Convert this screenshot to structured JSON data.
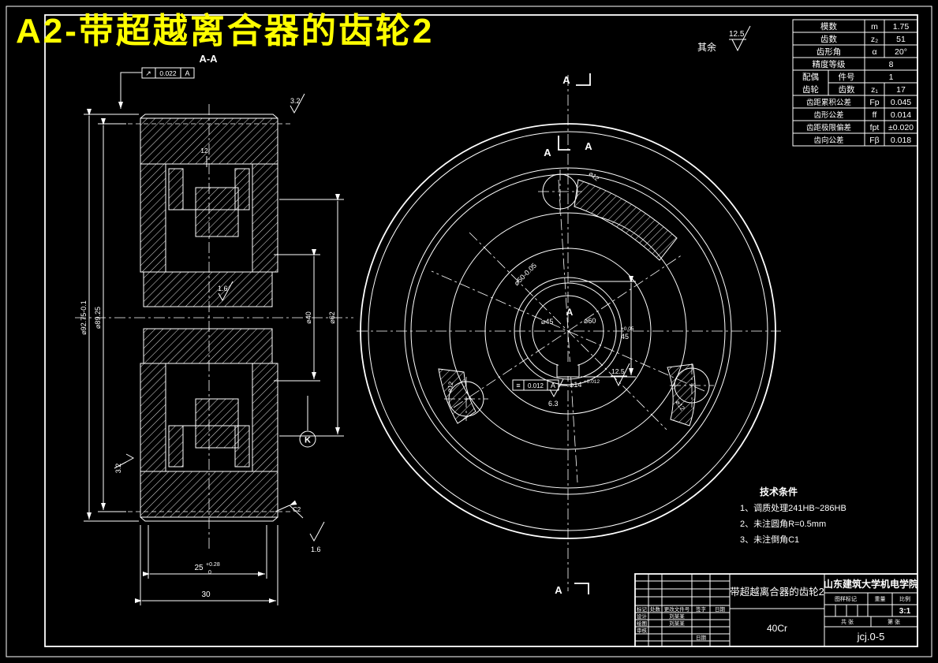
{
  "page": {
    "title": "A2-带超越离合器的齿轮2"
  },
  "surface_note": {
    "prefix": "其余",
    "value": "12.5"
  },
  "gear_table": {
    "rows": [
      {
        "label": "模数",
        "symbol": "m",
        "value": "1.75"
      },
      {
        "label": "齿数",
        "symbol": "z₂",
        "value": "51"
      },
      {
        "label": "齿形角",
        "symbol": "α",
        "value": "20°"
      },
      {
        "label": "精度等级",
        "symbol": "",
        "value": "8"
      },
      {
        "label": "配偶",
        "sub": "件号",
        "symbol": "",
        "value": "1"
      },
      {
        "label": "齿轮",
        "sub": "齿数",
        "symbol": "z₁",
        "value": "17"
      },
      {
        "label": "齿距累积公差",
        "symbol": "Fp",
        "value": "0.045"
      },
      {
        "label": "齿形公差",
        "symbol": "ff",
        "value": "0.014"
      },
      {
        "label": "齿距极限偏差",
        "symbol": "fpt",
        "value": "±0.020"
      },
      {
        "label": "齿向公差",
        "symbol": "Fβ",
        "value": "0.018"
      }
    ]
  },
  "section_view": {
    "label": "A-A",
    "runout_tol": {
      "symbol": "↗",
      "value": "0.022",
      "datum": "A"
    },
    "roughness_top": "3.2",
    "roughness_hub": "1.6",
    "roughness_side": "3.2",
    "roughness_bottom": "1.6",
    "dim_od": "⌀92.75-0.1",
    "dim_pitch": "⌀89.25",
    "dim_bore": "⌀40",
    "dim_hub": "⌀62",
    "dim_top": "12",
    "chamfer": "C2",
    "k_label": "K",
    "dim_width_main": "25",
    "dim_width_sup": "+0.28",
    "dim_width_sub": "0",
    "dim_width_total": "30"
  },
  "front_view": {
    "section_letter": "A",
    "datum_center": "A",
    "dim_diag": "⌀50-0.05",
    "dim_left": "⌀45",
    "dim_right": "⌀60",
    "dim_vert_main": "45",
    "dim_vert_sup": "+0.05",
    "sym_tol": {
      "symbol": "≡",
      "value": "0.012",
      "datum": "A"
    },
    "dim_key_main": "⌀14",
    "dim_key_sup": "+0.012",
    "roughness_63": "6.3",
    "roughness_125": "12.5",
    "roller_label": "⌀12"
  },
  "tech_notes": {
    "title": "技术条件",
    "items": [
      "1、调质处理241HB~286HB",
      "2、未注圆角R=0.5mm",
      "3、未注倒角C1"
    ]
  },
  "title_block": {
    "part_name": "带超越离合器的齿轮2",
    "material": "40Cr",
    "company": "山东建筑大学机电学院",
    "headers": {
      "mark": "标记",
      "count": "处数",
      "doc": "更改文件号",
      "sign": "签字",
      "date": "日期"
    },
    "rows": [
      {
        "label": "设计",
        "name": "刘某某"
      },
      {
        "label": "绘图",
        "name": "刘某某"
      },
      {
        "label": "审核",
        "name": ""
      }
    ],
    "date_label": "日期",
    "stamp_header": {
      "mark": "图样标记",
      "weight": "重量",
      "scale": "比例"
    },
    "scale_value": "3:1",
    "sheet": {
      "total": "共  张",
      "page": "第  张"
    },
    "drawing_no": "jcj.0-5"
  }
}
